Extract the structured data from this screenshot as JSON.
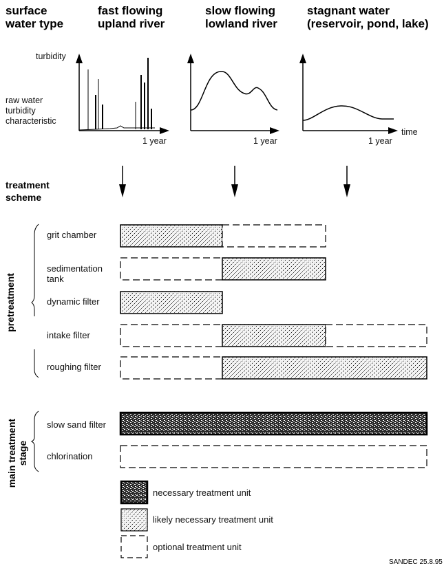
{
  "columns": {
    "row_header": "surface\nwater type",
    "items": [
      {
        "title": "fast flowing\nupland river",
        "x_label": "1 year"
      },
      {
        "title": "slow flowing\nlowland river",
        "x_label": "1 year"
      },
      {
        "title": "stagnant water\n(reservoir, pond, lake)",
        "x_label": "1 year"
      }
    ]
  },
  "graph_labels": {
    "y_axis": "turbidity",
    "row_label": "raw water\nturbidity\ncharacteristic",
    "time_axis": "time"
  },
  "treatment_scheme_label": "treatment\nscheme",
  "groups": [
    {
      "label": "pretreatment",
      "rows": [
        0,
        1,
        2,
        3,
        4
      ]
    },
    {
      "label": "main treatment\nstage",
      "rows": [
        5,
        6
      ]
    }
  ],
  "rows": [
    {
      "label": "grit chamber",
      "segments": [
        {
          "from": 0,
          "to": 1,
          "type": "likely"
        },
        {
          "from": 1,
          "to": 2,
          "type": "optional"
        }
      ]
    },
    {
      "label": "sedimentation\ntank",
      "segments": [
        {
          "from": 0,
          "to": 1,
          "type": "optional"
        },
        {
          "from": 1,
          "to": 2,
          "type": "likely"
        }
      ]
    },
    {
      "label": "dynamic filter",
      "segments": [
        {
          "from": 0,
          "to": 1,
          "type": "likely"
        }
      ]
    },
    {
      "label": "intake filter",
      "segments": [
        {
          "from": 0,
          "to": 1,
          "type": "optional"
        },
        {
          "from": 1,
          "to": 2,
          "type": "likely"
        },
        {
          "from": 2,
          "to": 3,
          "type": "optional"
        }
      ]
    },
    {
      "label": "roughing filter",
      "segments": [
        {
          "from": 0,
          "to": 1,
          "type": "optional"
        },
        {
          "from": 1,
          "to": 3,
          "type": "likely"
        }
      ]
    },
    {
      "label": "slow sand filter",
      "segments": [
        {
          "from": 0,
          "to": 3,
          "type": "necessary"
        }
      ]
    },
    {
      "label": "chlorination",
      "segments": [
        {
          "from": 0,
          "to": 3,
          "type": "optional"
        }
      ]
    }
  ],
  "legend": [
    {
      "type": "necessary",
      "label": "necessary treatment unit"
    },
    {
      "type": "likely",
      "label": "likely necessary treatment unit"
    },
    {
      "type": "optional",
      "label": "optional treatment unit"
    }
  ],
  "credit": "SANDEC 25.8.95"
}
